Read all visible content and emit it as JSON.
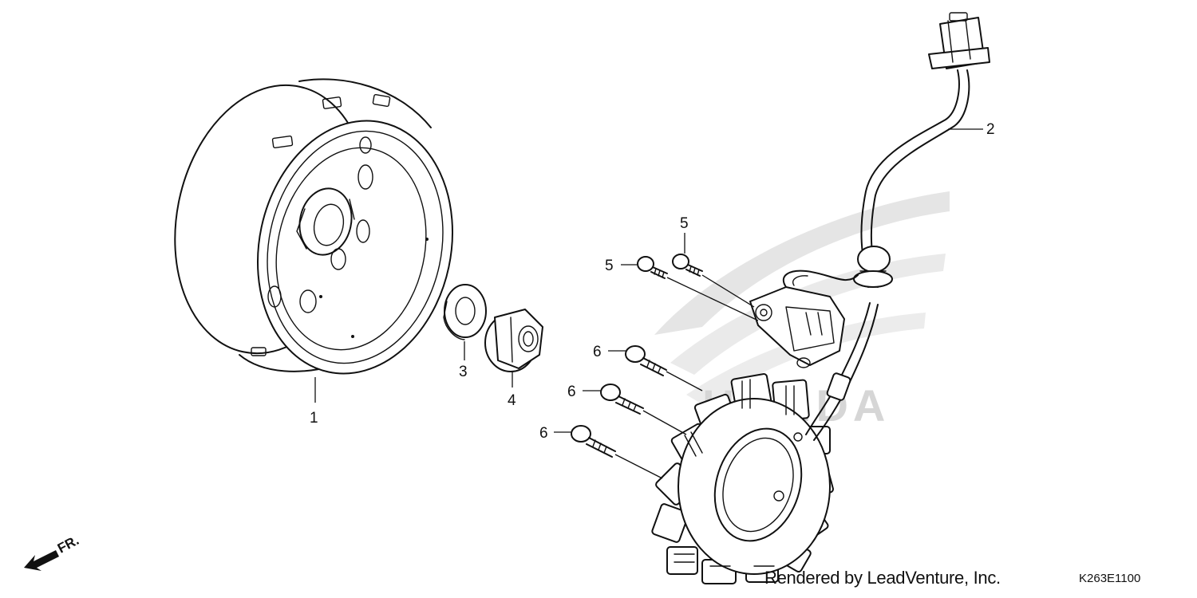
{
  "callouts": {
    "c1": "1",
    "c2": "2",
    "c3": "3",
    "c4": "4",
    "c5a": "5",
    "c5b": "5",
    "c6a": "6",
    "c6b": "6",
    "c6c": "6"
  },
  "front_marker": "FR.",
  "render_credit": "Rendered by LeadVenture, Inc.",
  "diagram_code": "K263E1100",
  "watermark_text": "HONDA"
}
